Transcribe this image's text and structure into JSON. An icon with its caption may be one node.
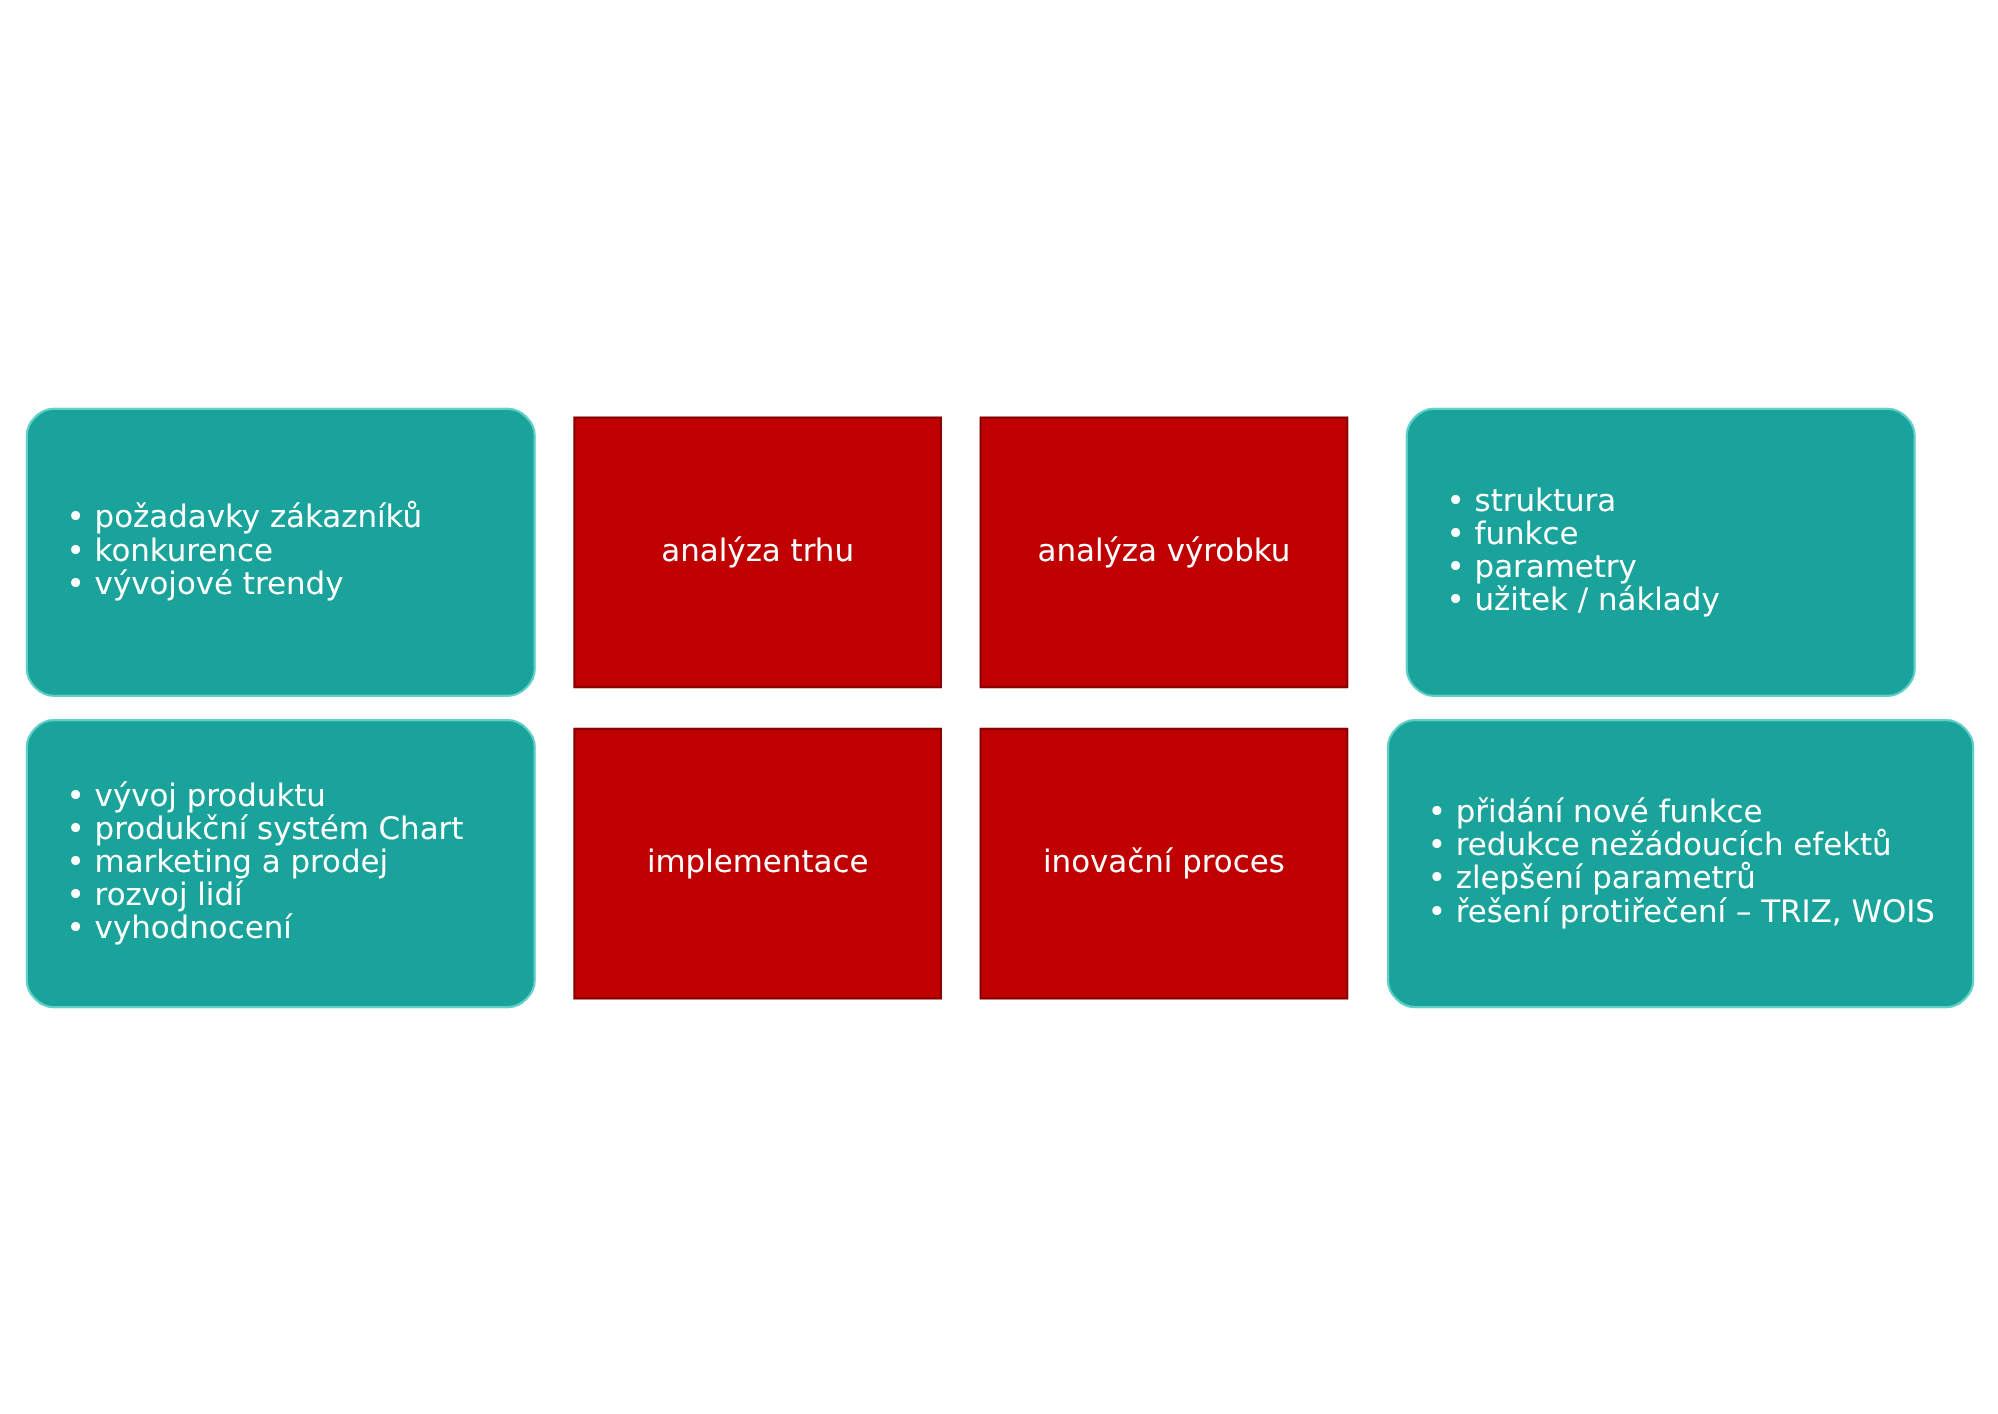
{
  "diagram": {
    "nodes": [
      {
        "text": [
          "• požadavky zákazníků",
          "• konkurence",
          "• vývojové trendy"
        ]
      },
      {
        "text": [
          "• struktura",
          "• funkce",
          "• parametry",
          "• užitek / náklady"
        ]
      },
      {
        "text": [
          "analýza trhu"
        ]
      },
      {
        "text": [
          "analýza výrobku"
        ]
      },
      {
        "text": [
          "implementace"
        ]
      },
      {
        "text": [
          "inovační proces"
        ]
      },
      {
        "text": [
          "• vývoj produktu",
          "• produkční systém Chart",
          "• marketing a prodej",
          "• rozvoj lidí",
          "• vyhodnocení"
        ]
      },
      {
        "text": [
          "• přidání nové funkce",
          "• redukce nežádoucích efektů",
          "• zlepšení parametrů",
          "• řešení protiřečení – TRIZ, WOIS"
        ]
      }
    ],
    "edges": []
  }
}
